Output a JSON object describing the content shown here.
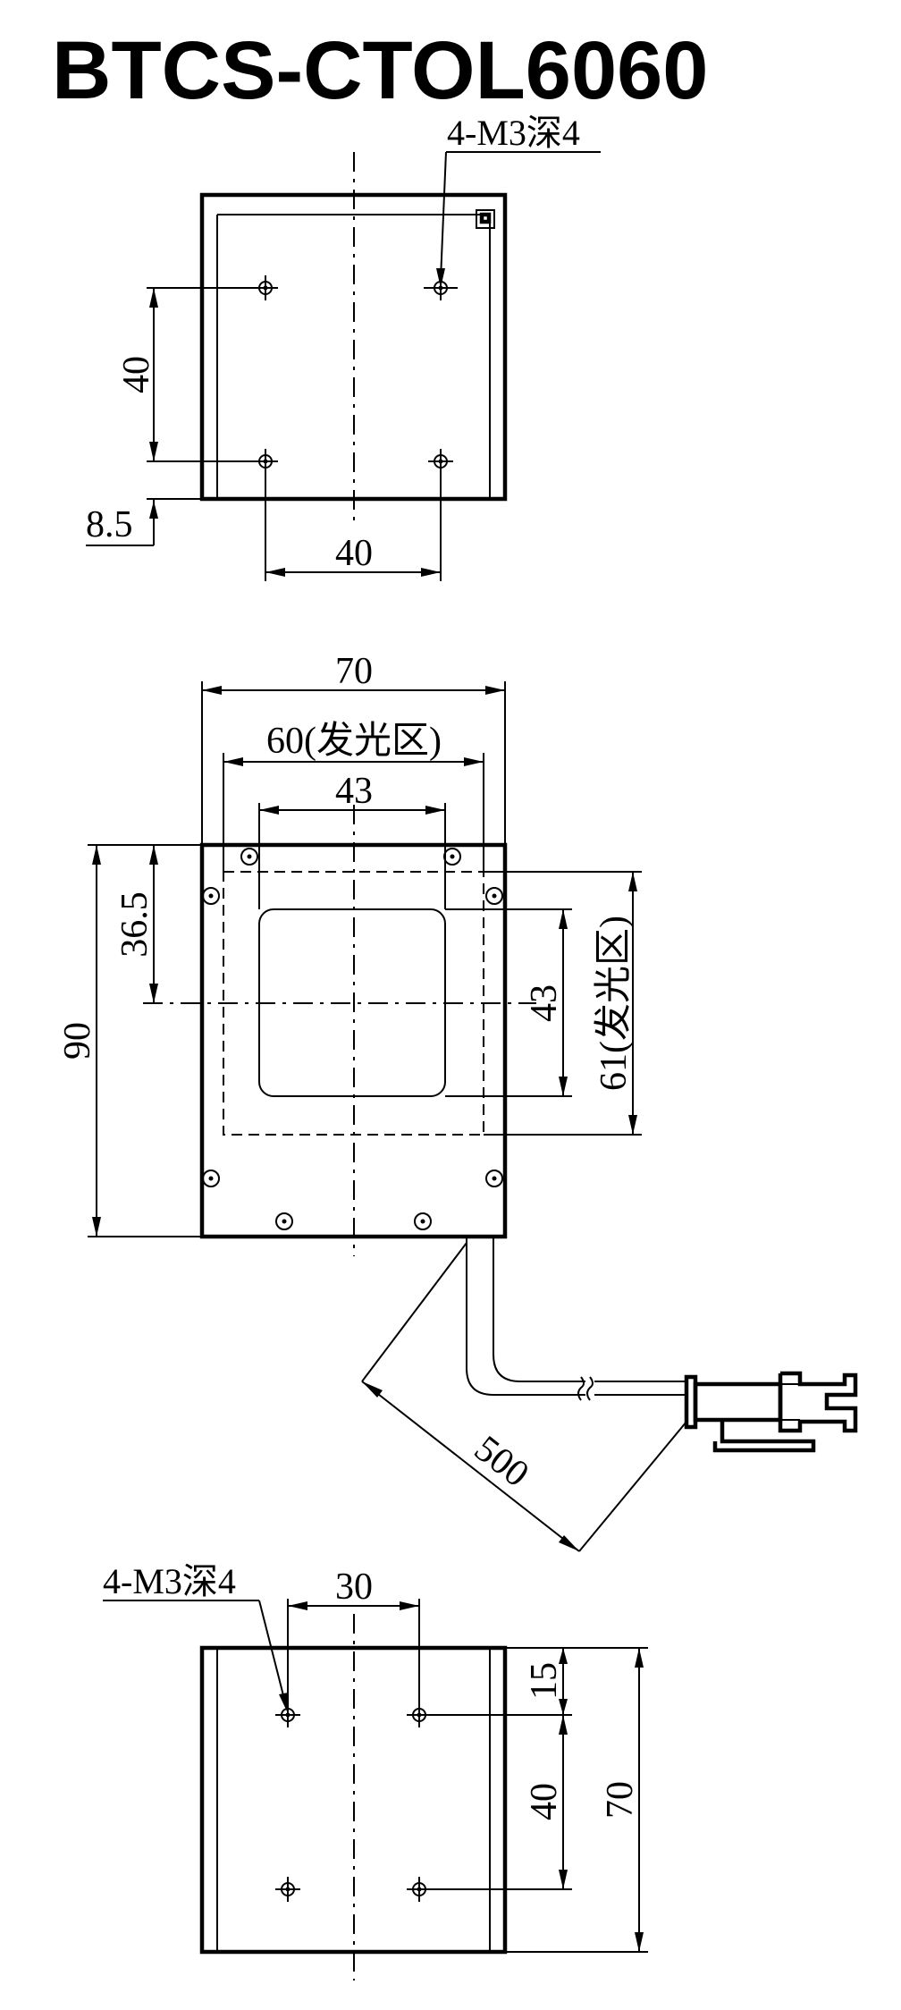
{
  "title": "BTCS-CTOL6060",
  "top_view": {
    "hole_note": "4-M3深4",
    "dim_vertical": "40",
    "dim_horizontal": "40",
    "dim_offset": "8.5"
  },
  "front_view": {
    "dim_width": "70",
    "dim_emitting_width": "60(发光区)",
    "dim_window_width": "43",
    "dim_height": "90",
    "dim_center_offset": "36.5",
    "dim_window_height": "43",
    "dim_emitting_height": "61(发光区)",
    "dim_cable_length": "500"
  },
  "bottom_view": {
    "hole_note": "4-M3深4",
    "dim_hole_spacing_x": "30",
    "dim_top_offset": "15",
    "dim_hole_spacing_y": "40",
    "dim_height": "70"
  }
}
